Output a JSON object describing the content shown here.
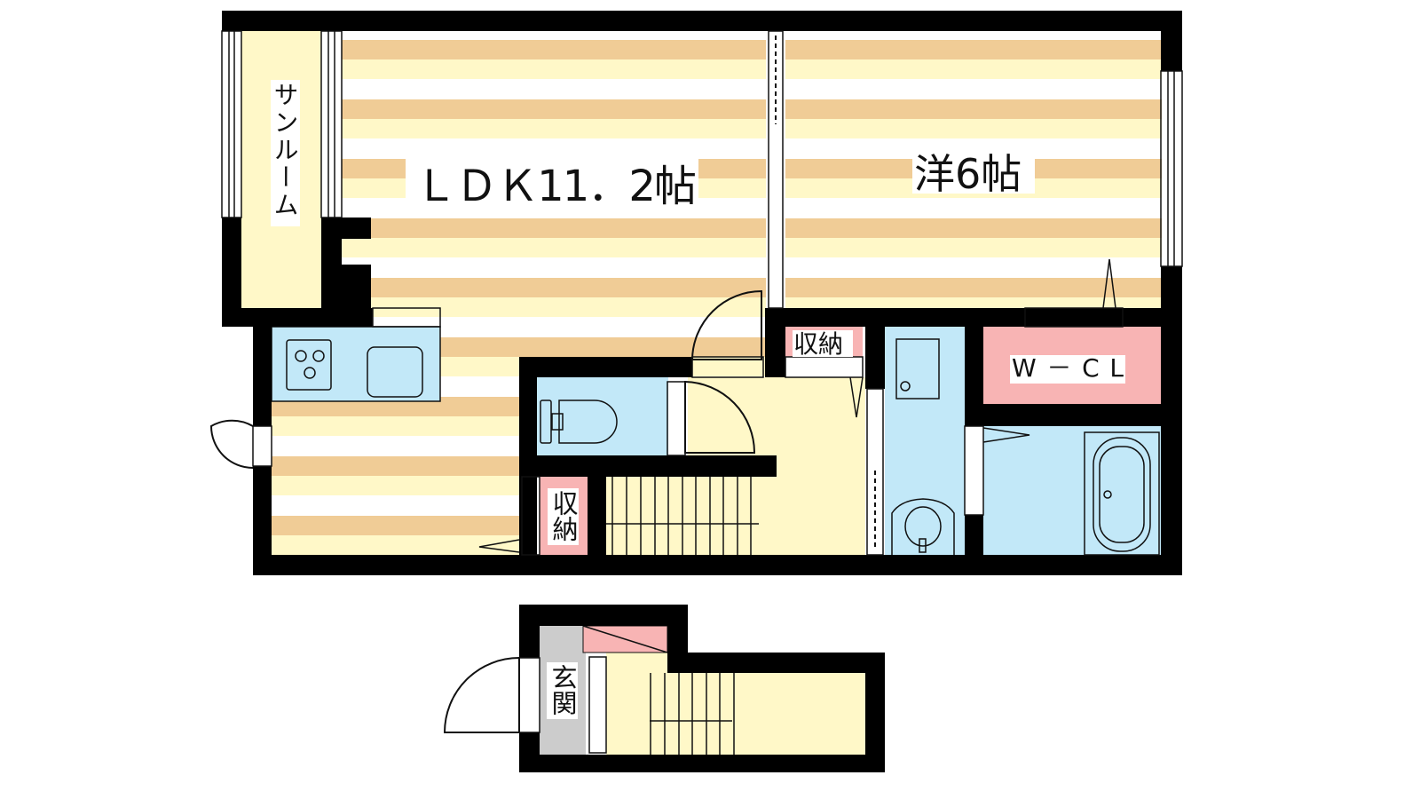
{
  "rooms": {
    "ldk": "ＬＤＫ11．2帖",
    "western": "洋6帖",
    "sunroom": "サンルーム",
    "storage_top": "収納",
    "storage_left": "収納",
    "wcl": "W－CL",
    "entrance": "玄関"
  },
  "colors": {
    "wall": "#000000",
    "floor_stripe": "#F0CC96",
    "floor_light": "#FFF8C8",
    "wet_area": "#C2E8F8",
    "storage": "#F8B4B4",
    "entrance": "#CCCCCC"
  }
}
